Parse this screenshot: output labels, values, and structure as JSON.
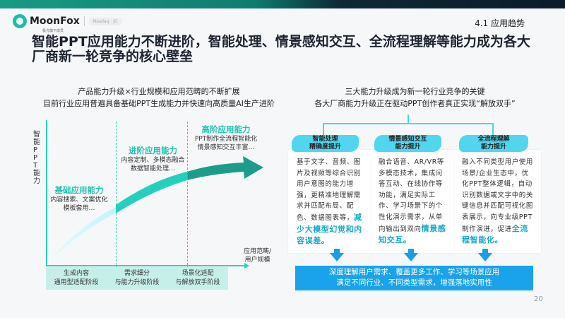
{
  "header": {
    "brand": "MoonFox",
    "tagline": "极光旗下成员",
    "exchange": "Nasdaq : JG",
    "section": "4.1 应用趋势"
  },
  "title": "智能PPT应用能力不断进阶，智能处理、情景感知交互、全流程理解等能力成为各大厂商新一轮竞争的核心壁垒",
  "left": {
    "subtitle1": "产品能力升级×行业规模和应用范畴的不断扩展",
    "subtitle2": "目前行业应用普遍具备基础PPT生成能力并快速向高质量AI生产进阶",
    "y_axis": "智能PPT能力",
    "x_axis1": "应用范畴/",
    "x_axis2": "用户规模",
    "stages": [
      {
        "title": "基础应用能力",
        "line1": "内容搜索、文案优化",
        "line2": "模板套用…"
      },
      {
        "title": "进阶应用能力",
        "line1": "内容定制、多模态融合",
        "line2": "数据智能处理…"
      },
      {
        "title": "高阶应用能力",
        "line1": "PPT制作全流程智能化",
        "line2": "情景感知交互丰富…"
      }
    ],
    "phases": [
      {
        "line1": "生成内容",
        "line2": "通用型适配阶段"
      },
      {
        "line1": "需求细分",
        "line2": "与能力升级阶段"
      },
      {
        "line1": "场景化适配",
        "line2": "与解放双手阶段"
      }
    ]
  },
  "right": {
    "subtitle1": "三大能力升级成为新一轮行业竞争的关键",
    "subtitle2": "各大厂商能力升级正在驱动PPT创作者真正实现“解放双手”",
    "cards": [
      {
        "t1": "智能处理",
        "t2": "精确度提升",
        "body": "基于文字、音频、图片及视频等综合识别用户意图的能力增强，更精准地理解需求并匹配布局、配色、数据图表等，",
        "hl": "减少大模型幻觉和内容误差。"
      },
      {
        "t1": "情景感知交互",
        "t2": "能力提升",
        "body": "融合语音、AR/VR等多模态技术，集成问答互动、在线协作等功能，满足实际工作、学习场景下的个性化演示需求，从单向输出到双向",
        "hl": "情景感知交互。"
      },
      {
        "t1": "全流程理解",
        "t2": "能力提升",
        "body": "融入不同类型用户使用场景/企业生态中，优化PPT整体逻辑，自动识别数据或文字中的关键信息并匹配可视化图表展示，向专业级PPT制作演进，促进",
        "hl": "全流程智能化。"
      }
    ],
    "result1": "深度理解用户需求、覆盖更多工作、学习等场景应用",
    "result2": "满足不同行业、不同类型需求，增强落地实用性"
  },
  "page_number": "20"
}
